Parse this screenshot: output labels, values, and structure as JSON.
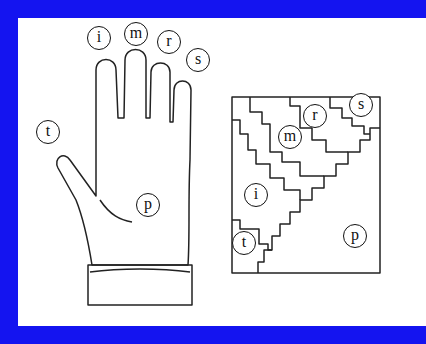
{
  "diagram": {
    "nodes": [
      {
        "text": [
          "t"
        ]
      },
      {
        "text": [
          "i"
        ]
      },
      {
        "text": [
          "m"
        ]
      },
      {
        "text": [
          "r"
        ]
      },
      {
        "text": [
          "s"
        ]
      },
      {
        "text": [
          "p"
        ]
      },
      {
        "text": [
          "s"
        ]
      },
      {
        "text": [
          "r"
        ]
      },
      {
        "text": [
          "m"
        ]
      },
      {
        "text": [
          "i"
        ]
      },
      {
        "text": [
          "t"
        ]
      },
      {
        "text": [
          "p"
        ]
      }
    ]
  }
}
